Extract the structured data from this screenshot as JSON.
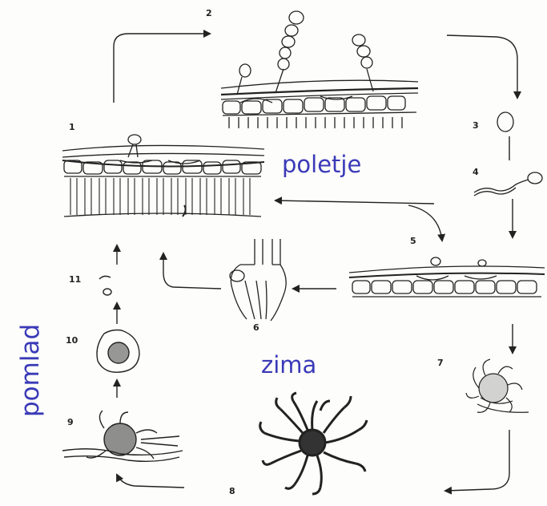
{
  "stages": [
    "1",
    "2",
    "3",
    "4",
    "5",
    "6",
    "7",
    "8",
    "9",
    "10",
    "11"
  ],
  "seasons": {
    "summer": "poletje",
    "winter": "zima",
    "spring": "pomlad"
  },
  "colors": {
    "ink": "#222222",
    "season_text": "#3a3ab8"
  }
}
